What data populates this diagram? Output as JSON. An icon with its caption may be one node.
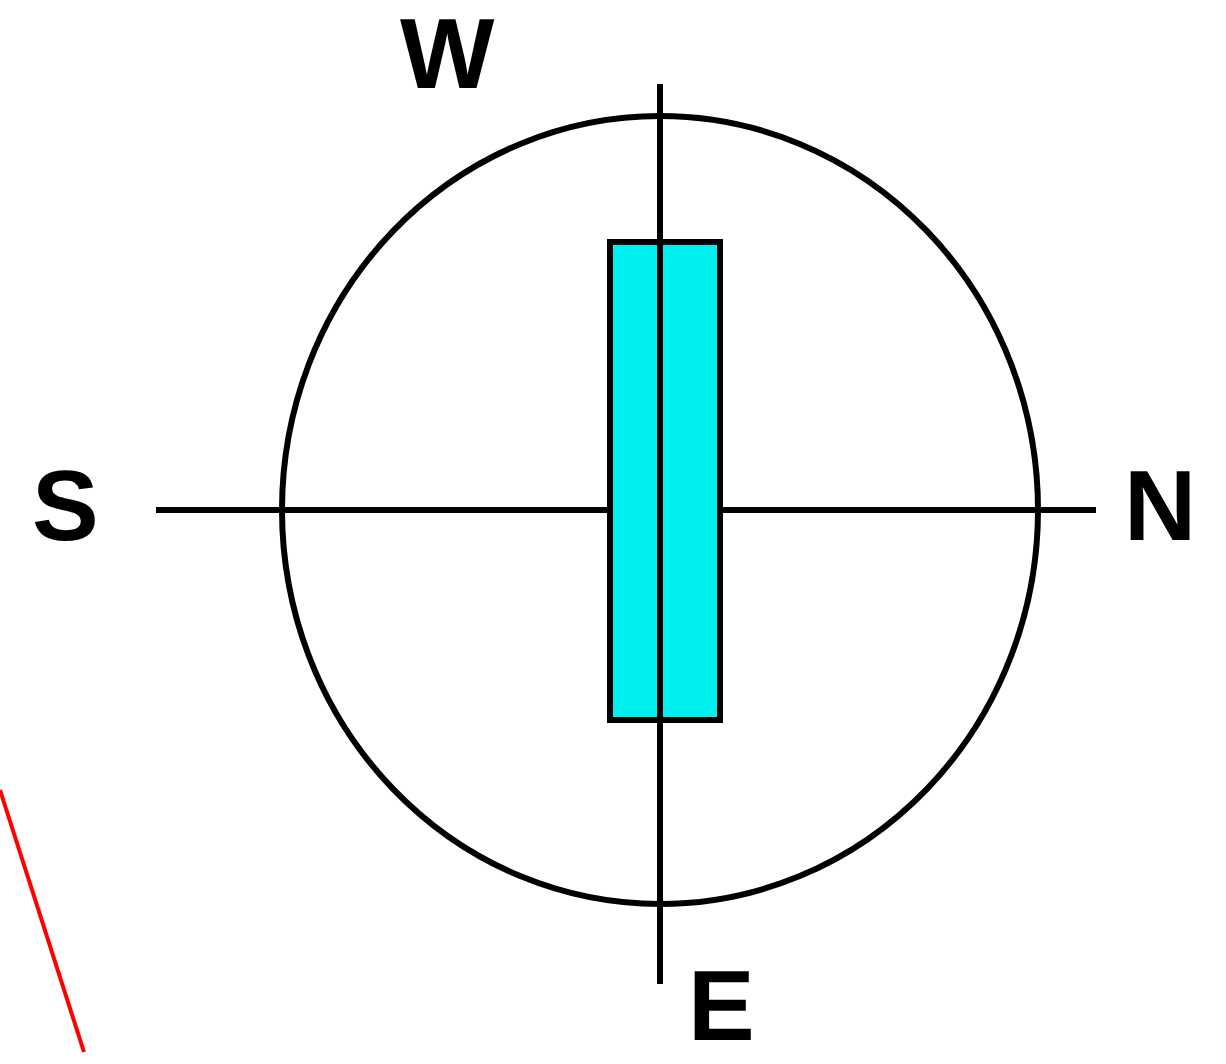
{
  "diagram": {
    "labels": [
      "W",
      "S",
      "N",
      "E"
    ]
  }
}
